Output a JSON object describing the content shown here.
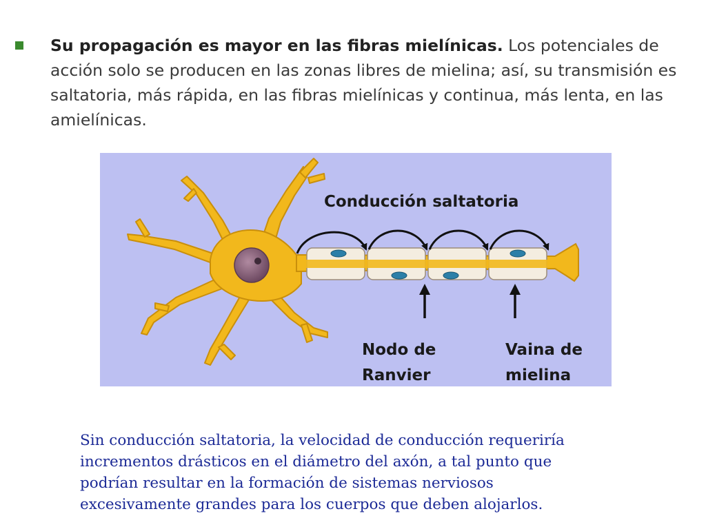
{
  "slide": {
    "bullet_bold": "Su propagación es mayor en las fibras mielínicas.",
    "bullet_rest": " Los potenciales de acción solo se producen en las zonas libres de mielina; así, su transmisión es saltatoria, más rápida, en las fibras mielínicas y continua, más lenta, en las amielínicas.",
    "colors": {
      "bullet": "#3a8a2e",
      "figure_background": "#bdc0f2",
      "neuron": "#f2b81c",
      "caption": "#1c2a96"
    }
  },
  "figure": {
    "title": "Conducción saltatoria",
    "node_label_line1": "Nodo de",
    "node_label_line2": "Ranvier",
    "sheath_label_line1": "Vaina de",
    "sheath_label_line2": "mielina"
  },
  "caption": {
    "line1": "Sin conducción saltatoria, la velocidad de conducción requeriría",
    "line2": "incrementos drásticos en el diámetro del axón, a tal punto que",
    "line3": "podrían resultar en la formación de sistemas nerviosos",
    "line4": "excesivamente grandes para los cuerpos que deben alojarlos."
  }
}
